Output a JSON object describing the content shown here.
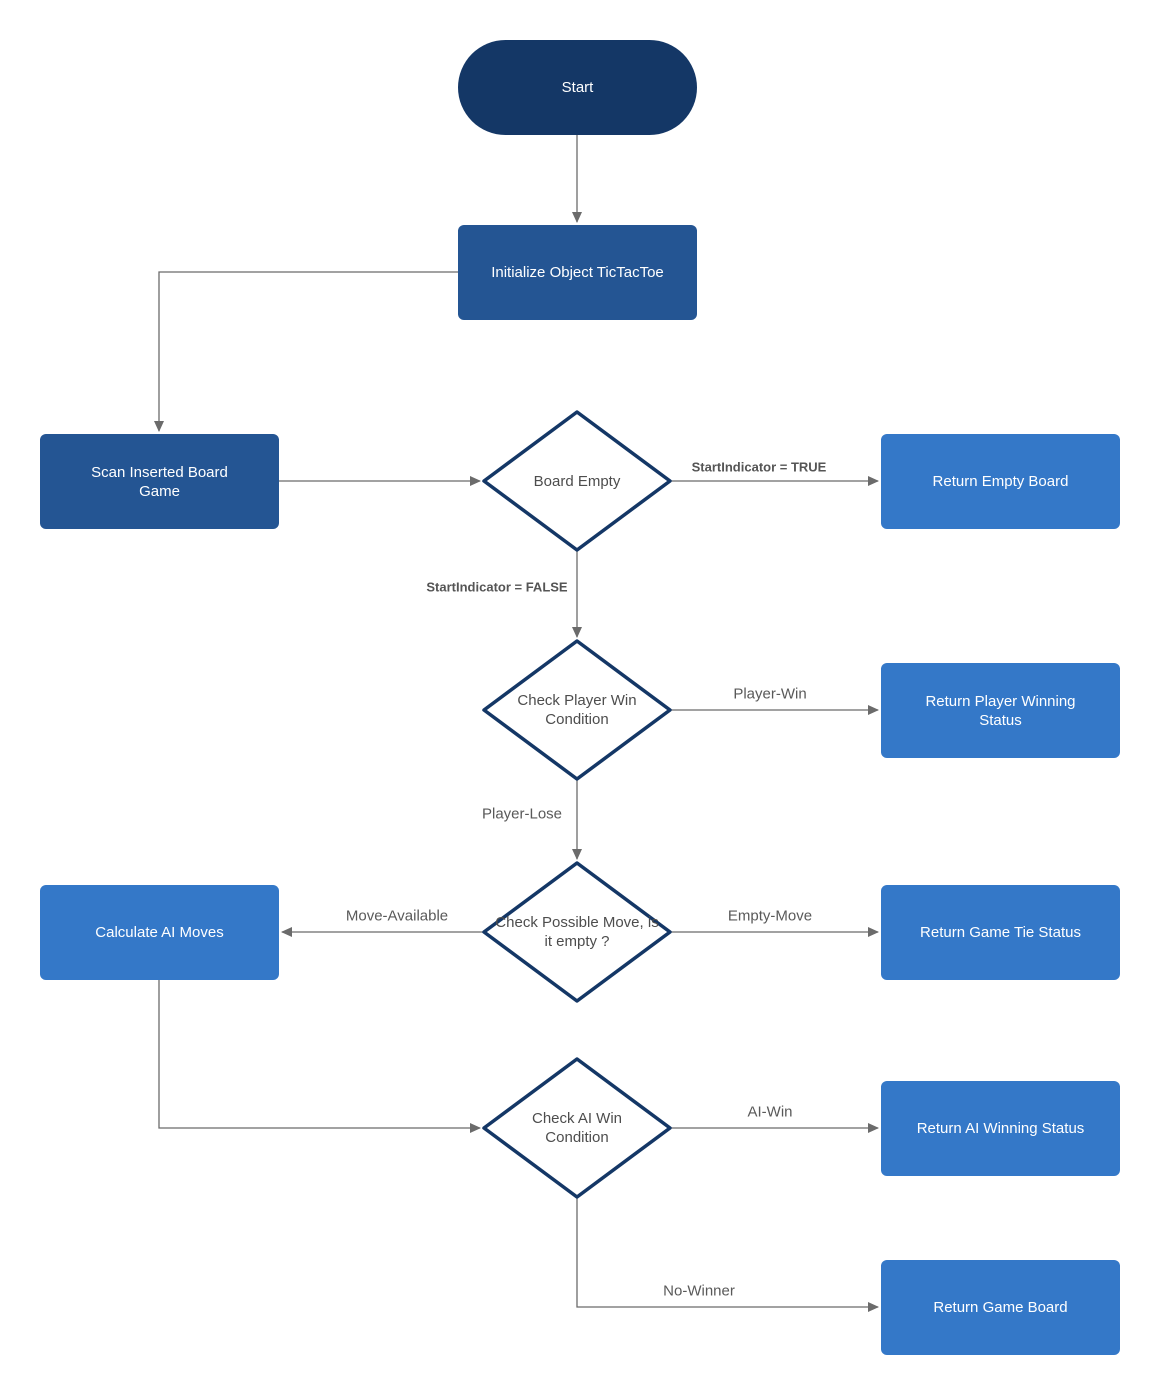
{
  "colors": {
    "terminal": "#143766",
    "process_dark": "#245593",
    "process_light": "#3478c8",
    "decision_stroke": "#143766",
    "connector": "#6b6b6b"
  },
  "nodes": {
    "start": "Start",
    "init": "Initialize Object TicTacToe",
    "scan": "Scan Inserted Board Game",
    "board_empty": "Board Empty",
    "return_empty_board": "Return Empty Board",
    "check_player_win": "Check Player Win Condition",
    "return_player_winning": "Return  Player Winning Status",
    "check_possible_move": "Check Possible Move, is it empty ?",
    "calculate_ai_moves": "Calculate AI Moves",
    "return_game_tie": "Return  Game Tie Status",
    "check_ai_win": "Check AI Win Condition",
    "return_ai_winning": "Return AI Winning Status",
    "return_game_board": "Return Game Board"
  },
  "edge_labels": {
    "start_true": "StartIndicator = TRUE",
    "start_false": "StartIndicator = FALSE",
    "player_win": "Player-Win",
    "player_lose": "Player-Lose",
    "move_available": "Move-Available",
    "empty_move": "Empty-Move",
    "ai_win": "AI-Win",
    "no_winner": "No-Winner"
  }
}
